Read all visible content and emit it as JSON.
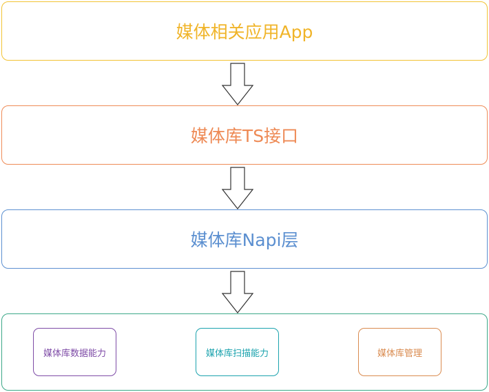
{
  "layers": {
    "app": "媒体相关应用App",
    "ts": "媒体库TS接口",
    "napi": "媒体库Napi层"
  },
  "modules": {
    "data": "媒体库数据能力",
    "scan": "媒体库扫描能力",
    "manage": "媒体库管理"
  },
  "colors": {
    "app": "#f0b429",
    "ts": "#ee8a55",
    "napi": "#5b8fd0",
    "capabilities_border": "#3aa787",
    "data": "#7d4aa6",
    "scan": "#1aa2ad",
    "manage": "#d98a4e"
  }
}
